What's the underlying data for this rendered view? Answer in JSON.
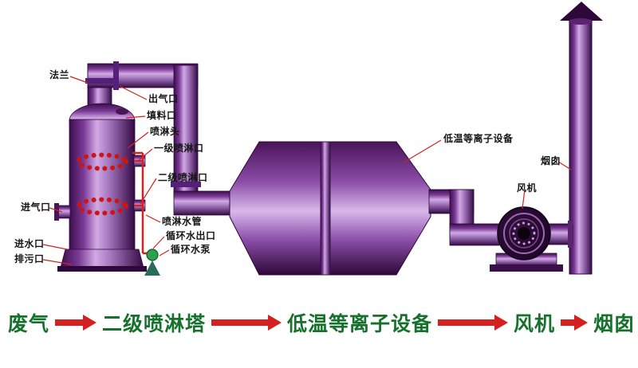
{
  "colors": {
    "purple_dark": "#3c0e4d",
    "purple_light": "#d2a9e3",
    "leader_red": "#d42222",
    "arrow_red": "#d42020",
    "flow_green": "#15712c",
    "pump_green": "#2fa14e"
  },
  "labels": {
    "flange": "法兰",
    "gas_outlet": "出气口",
    "filler_port": "填料口",
    "spray_head": "喷淋头",
    "stage1_spray_port": "一级喷淋口",
    "stage2_spray_port": "二级喷淋口",
    "gas_inlet": "进气口",
    "water_inlet": "进水口",
    "drain_outlet": "排污口",
    "spray_water_pipe": "喷淋水管",
    "circulating_water_outlet": "循环水出口",
    "circulating_water_pump": "循环水泵",
    "plasma_device": "低温等离子设备",
    "chimney": "烟囱",
    "fan": "风机"
  },
  "flow": {
    "steps": [
      "废气",
      "二级喷淋塔",
      "低温等离子设备",
      "风机",
      "烟囱"
    ]
  }
}
